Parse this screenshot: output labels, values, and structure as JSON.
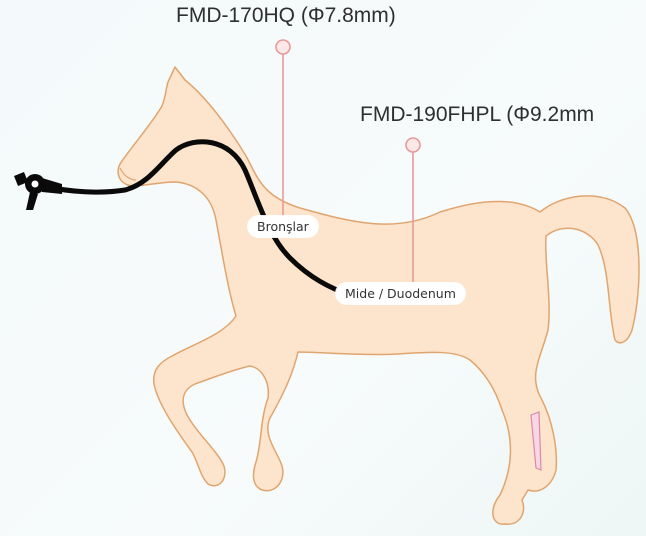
{
  "scopes": [
    {
      "model": "FMD-170HQ (Φ7.8mm)"
    },
    {
      "model": "FMD-190FHPL (Φ9.2mm"
    }
  ],
  "targets": {
    "bronchi": "Bronşlar",
    "stomach": "Mide / Duodenum"
  },
  "colors": {
    "horse_fill": "#fde4cc",
    "horse_outline": "#e0a56f",
    "pointer": "#e89a9a",
    "scope": "#0a0a0a"
  }
}
